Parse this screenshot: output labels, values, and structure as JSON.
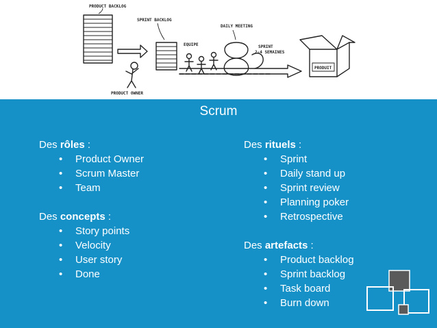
{
  "illustration": {
    "product_backlog": "PRODUCT BACKLOG",
    "sprint_backlog": "SPRINT BACKLOG",
    "daily_meeting": "DAILY MEETING",
    "equipe": "EQUIPE",
    "sprint": "SPRINT",
    "sprint_duration": "2-4 SEMAINES",
    "produit": "PRODUIT",
    "product_owner": "PRODUCT OWNER"
  },
  "slide": {
    "title": "Scrum",
    "left": {
      "roles": {
        "prefix": "Des ",
        "keyword": "rôles",
        "suffix": " :",
        "items": [
          "Product Owner",
          "Scrum Master",
          "Team"
        ]
      },
      "concepts": {
        "prefix": "Des ",
        "keyword": "concepts",
        "suffix": " :",
        "items": [
          "Story points",
          "Velocity",
          "User story",
          "Done"
        ]
      }
    },
    "right": {
      "rituels": {
        "prefix": "Des ",
        "keyword": "rituels",
        "suffix": " :",
        "items": [
          "Sprint",
          "Daily stand up",
          "Sprint review",
          "Planning poker",
          "Retrospective"
        ]
      },
      "artefacts": {
        "prefix": "Des ",
        "keyword": "artefacts",
        "suffix": " :",
        "items": [
          "Product backlog",
          "Sprint backlog",
          "Task board",
          "Burn down"
        ]
      }
    },
    "bullet": "•"
  },
  "colors": {
    "panel": "#1591c8",
    "deco_dark": "#5a5a5a",
    "deco_border": "#ffffff"
  }
}
